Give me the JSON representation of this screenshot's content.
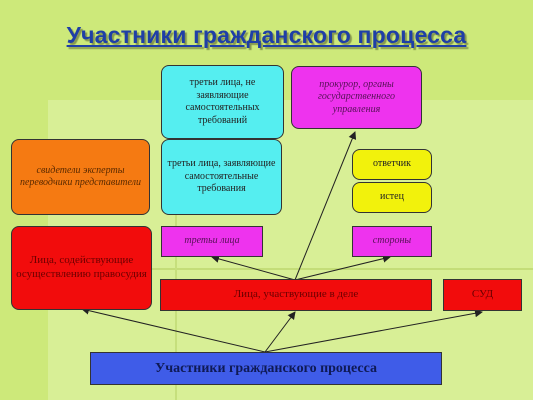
{
  "title": "Участники гражданского процесса",
  "boxes": {
    "third_no_claims": "третьи лица, не заявляющие самостоятельных требований",
    "prosecutor": "прокурор, органы государственного управления",
    "witnesses": "свидетели эксперты переводчики представители",
    "third_claims": "третьи лица, заявляющие самостоятельные требования",
    "defendant": "ответчик",
    "plaintiff": "истец",
    "assisting": "Лица, содействующие осуществлению правосудия",
    "third_persons": "третьи лица",
    "parties": "стороны",
    "participating": "Лица, участвующие в деле",
    "court": "СУД",
    "root": "Участники гражданского процесса"
  },
  "colors": {
    "background": "#cde97a",
    "title": "#1f3fa6",
    "cyan": "#55eef0",
    "magenta": "#ee33ee",
    "orange": "#f57a12",
    "yellow": "#f2f20c",
    "red": "#f20c0c",
    "blue": "#3f5ce8"
  }
}
